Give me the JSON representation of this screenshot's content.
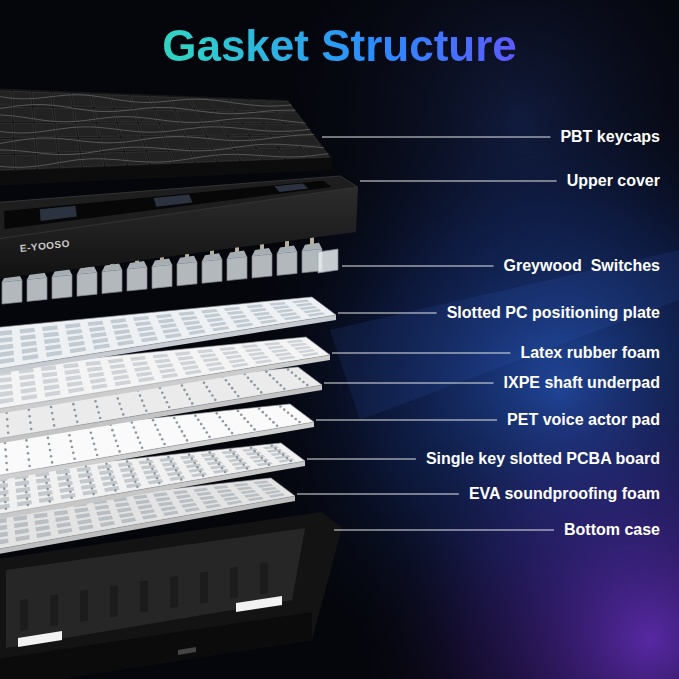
{
  "diagram": {
    "title": "Gasket Structure",
    "labels": [
      "PBT keycaps",
      "Upper cover",
      "Greywood  Switches",
      "Slotted PC positioning plate",
      "Latex rubber foam",
      "IXPE shaft underpad",
      "PET voice actor pad",
      "Single key slotted PCBA board",
      "EVA soundproofing foam",
      "Bottom case",
      "E-YOOSO"
    ]
  }
}
